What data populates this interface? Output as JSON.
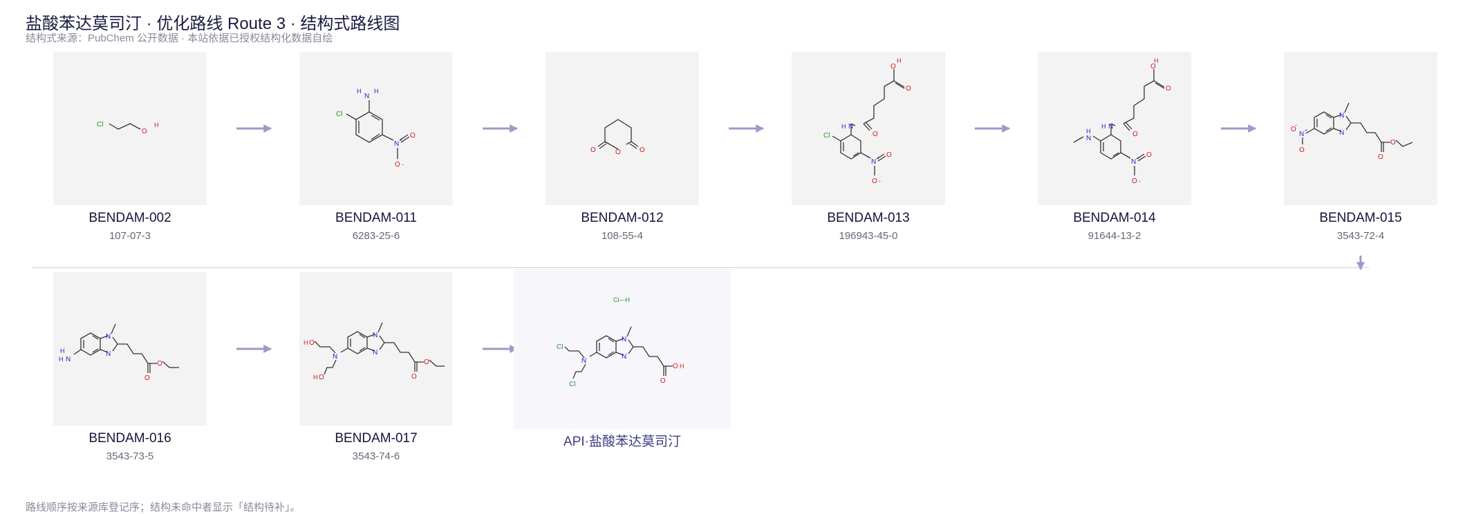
{
  "header": {
    "title": "盐酸苯达莫司汀 · 优化路线 Route 3 · 结构式路线图",
    "subtitle": "结构式来源：PubChem 公开数据 · 本站依据已授权结构化数据自绘"
  },
  "footer": {
    "note": "路线顺序按来源库登记序；结构未命中者显示「结构待补」。"
  },
  "colors": {
    "accent": "#9b9bc9",
    "card_bg": "#f3f3f3",
    "api_bg": "#f6f6fb",
    "bond": "#333333",
    "oxygen": "#d11a1a",
    "nitrogen": "#1f1fcc",
    "chlorine": "#2a8f2a"
  },
  "route": [
    {
      "code": "BENDAM-002",
      "cas": "107-07-3"
    },
    {
      "code": "BENDAM-011",
      "cas": "6283-25-6"
    },
    {
      "code": "BENDAM-012",
      "cas": "108-55-4"
    },
    {
      "code": "BENDAM-013",
      "cas": "196943-45-0"
    },
    {
      "code": "BENDAM-014",
      "cas": "91644-13-2"
    },
    {
      "code": "BENDAM-015",
      "cas": "3543-72-4"
    },
    {
      "code": "BENDAM-016",
      "cas": "3543-73-5"
    },
    {
      "code": "BENDAM-017",
      "cas": "3543-74-6"
    },
    {
      "code": "API·盐酸苯达莫司汀",
      "cas": ""
    }
  ],
  "atoms": {
    "cl": "Cl",
    "o": "O",
    "h": "H",
    "n": "N",
    "nplus": "+",
    "ominus": "-",
    "hcl": "Cl—H"
  }
}
